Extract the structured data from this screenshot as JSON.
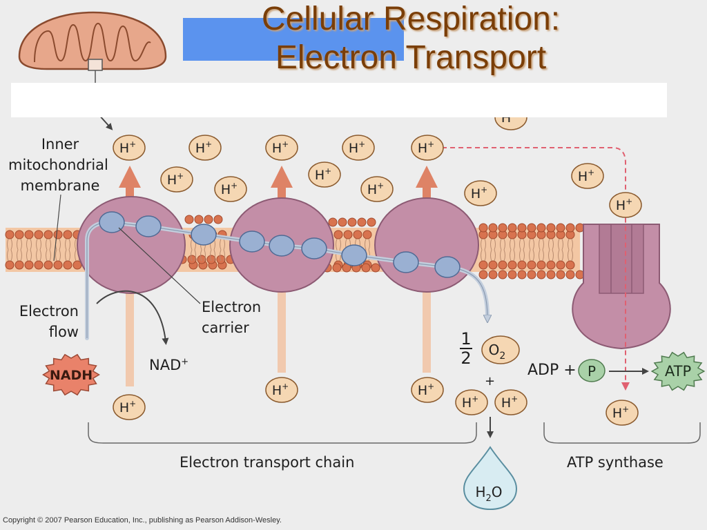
{
  "title": {
    "line1": "Cellular Respiration:",
    "line2": "Electron Transport"
  },
  "labels": {
    "inner_membrane": [
      "Inner",
      "mitochondrial",
      "membrane"
    ],
    "electron_flow": [
      "Electron",
      "flow"
    ],
    "electron_carrier": [
      "Electron",
      "carrier"
    ],
    "nadh": "NADH",
    "nad_plus": "NAD",
    "nad_plus_sup": "+",
    "half": {
      "num": "1",
      "den": "2"
    },
    "o2": "O",
    "o2_sub": "2",
    "plus_sign": "+",
    "water": "H",
    "water_sub": "2",
    "water_o": "O",
    "adp": "ADP +",
    "p": "P",
    "atp": "ATP",
    "electron_transport_chain": "Electron transport chain",
    "atp_synthase": "ATP synthase"
  },
  "h_ion": {
    "symbol": "H",
    "charge": "+"
  },
  "copyright": "Copyright © 2007 Pearson Education, Inc., publishing as Pearson Addison-Wesley.",
  "colors": {
    "title_text": "#7a3e08",
    "h_ion_fill": "#f5d7b3",
    "h_ion_stroke": "#8a5a2e",
    "complex_fill": "#c38ea7",
    "lipid_head": "#d8734f",
    "lipid_band": "#f3c7a4",
    "carrier_fill": "#9ab0d2",
    "nadh_fill": "#e9826a",
    "atp_fill": "#a9d1a8",
    "arrow_up": "#de8366",
    "dashed_red": "#e06070"
  }
}
